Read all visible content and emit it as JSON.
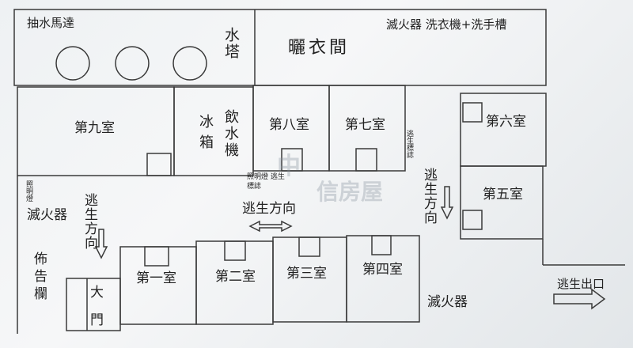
{
  "labels": {
    "pump": "抽水馬達",
    "water_tower": "水塔",
    "drying_room": "曬衣間",
    "extinguisher_top": "滅火器 洗衣機+洗手槽",
    "room9": "第九室",
    "fridge": "冰箱",
    "water_dispenser": "飲水機",
    "room8": "第八室",
    "room7": "第七室",
    "room6": "第六室",
    "room5": "第五室",
    "escape_sign": "逃生標誌",
    "lighting": "照明燈",
    "lighting_escape_sign": "照明燈 逃生標誌",
    "extinguisher_left": "滅火器",
    "escape_dir_left": "逃生方向",
    "escape_dir_center": "逃生方向",
    "escape_dir_right": "逃生方向",
    "bulletin": "佈告欄",
    "main_door": "大門",
    "room1": "第一室",
    "room2": "第二室",
    "room3": "第三室",
    "room4": "第四室",
    "extinguisher_bottom": "滅火器",
    "exit": "逃生出口"
  },
  "watermark": {
    "line1": "中",
    "line2": "信房屋"
  },
  "colors": {
    "line": "#3a3a3a",
    "text": "#222222"
  }
}
